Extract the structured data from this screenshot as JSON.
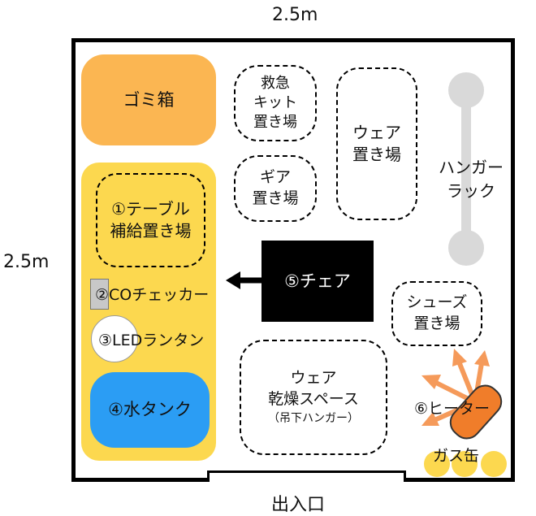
{
  "dimensions": {
    "width": "2.5m",
    "height": "2.5m"
  },
  "entrance": {
    "label": "出入口"
  },
  "zones": {
    "trash": {
      "label": "ゴミ箱",
      "color": "#fbb652"
    },
    "side_area": {
      "color": "#fcd84f"
    },
    "table_supply": {
      "label": "①テーブル\n補給置き場"
    },
    "co_checker": {
      "label": "②COチェッカー"
    },
    "led_lantern": {
      "label": "③LEDランタン"
    },
    "water_tank": {
      "label": "④水タンク",
      "color": "#2b9df4"
    },
    "first_aid": {
      "label": "救急\nキット\n置き場"
    },
    "gear": {
      "label": "ギア\n置き場"
    },
    "wear_storage": {
      "label": "ウェア\n置き場"
    },
    "hanger_rack": {
      "label": "ハンガー\nラック",
      "color": "#d9d9d9"
    },
    "chair": {
      "label": "⑤チェア",
      "color": "#000000"
    },
    "shoes": {
      "label": "シューズ\n置き場"
    },
    "wear_dry": {
      "label": "ウェア\n乾燥スペース",
      "sublabel": "（吊下ハンガー）"
    },
    "heater": {
      "label": "⑥ヒーター",
      "color": "#f07d2a",
      "arrow_color": "#f59a5a"
    },
    "gas_can": {
      "label": "ガス缶",
      "color": "#fcd84f"
    }
  }
}
